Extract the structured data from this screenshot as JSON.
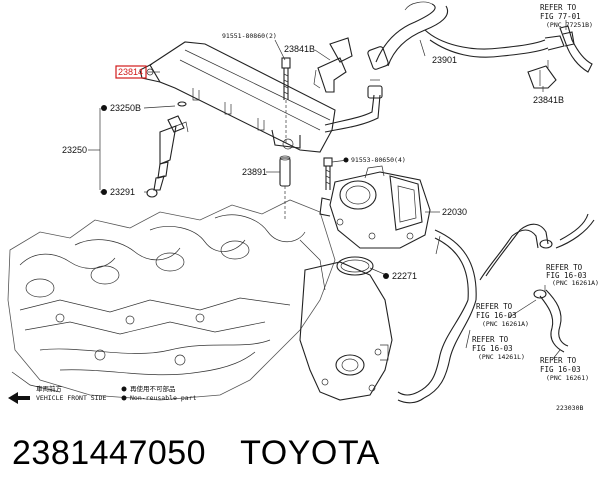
{
  "caption": {
    "part_number": "2381447050",
    "brand": "TOYOTA"
  },
  "callouts": {
    "c23814": "23814",
    "c91551_80860": "91551-80860(2)",
    "c23841B_top": "23841B",
    "c23901": "23901",
    "c23250B": "23250B",
    "c23250": "23250",
    "c23291": "23291",
    "c91553_80650": "91553-80650(4)",
    "c23891": "23891",
    "c22030": "22030",
    "c22271": "22271",
    "c23841B_right": "23841B"
  },
  "refs": {
    "ref_77_01": {
      "line1": "REFER TO",
      "line2": "FIG 77-01",
      "line3": "(PNC 77251B)"
    },
    "ref_16_03_a": {
      "line1": "REFER TO",
      "line2": "FIG 16-03",
      "line3": "(PNC 16261A)"
    },
    "ref_16_03_b": {
      "line1": "REFER TO",
      "line2": "FIG 16-03",
      "line3": "(PNC 16261A)"
    },
    "ref_16_03_c": {
      "line1": "REFER TO",
      "line2": "FIG 16-03",
      "line3": "(PNC 14261L)"
    },
    "ref_16_03_d": {
      "line1": "REFER TO",
      "line2": "FIG 16-03",
      "line3": "(PNC 16261)"
    }
  },
  "legend": {
    "front_jp": "車両前方",
    "front_en": "VEHICLE FRONT SIDE",
    "nonreuse_jp": "再使用不可部品",
    "nonreuse_en": "Non-reusable part"
  },
  "diagram_id": "223030B",
  "colors": {
    "line": "#222222",
    "highlight": "#d11a1a",
    "caption": "#000000"
  }
}
